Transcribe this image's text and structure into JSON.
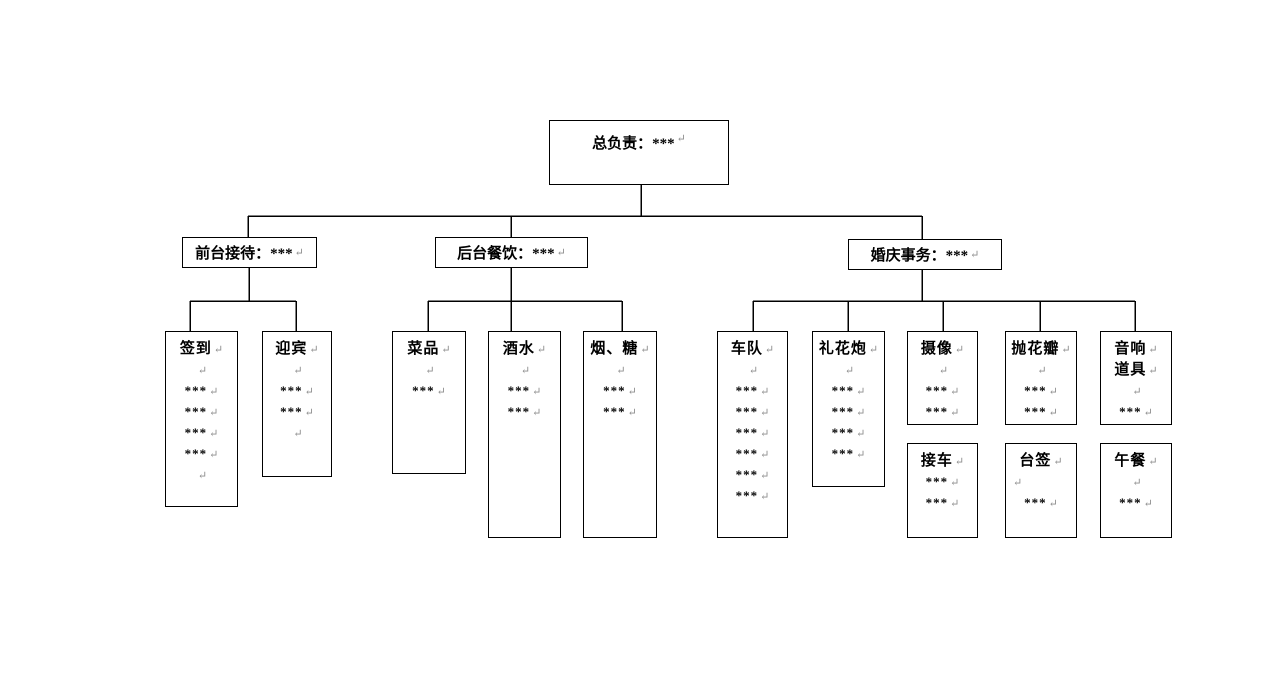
{
  "colors": {
    "background": "#ffffff",
    "box_border": "#000000",
    "connector": "#000000",
    "text": "#000000",
    "paragraph_mark": "#8c8c8c"
  },
  "paragraph_mark": "↵",
  "root": {
    "label": "总负责：***"
  },
  "branches": [
    {
      "id": "front-desk-reception",
      "label": "前台接待：***"
    },
    {
      "id": "backstage-catering",
      "label": "后台餐饮：***"
    },
    {
      "id": "wedding-affairs",
      "label": "婚庆事务：***"
    }
  ],
  "leaves": {
    "sign-in": [
      "签到",
      "",
      "***",
      "***",
      "***",
      "***",
      ""
    ],
    "usher": [
      "迎宾",
      "",
      "***",
      "***",
      ""
    ],
    "dishes": [
      "菜品",
      "",
      "***"
    ],
    "drinks": [
      "酒水",
      "",
      "***",
      "***"
    ],
    "cigarette-candy": [
      "烟、糖",
      "",
      "***",
      "***"
    ],
    "motorcade": [
      "车队",
      "",
      "***",
      "***",
      "***",
      "***",
      "***",
      "***"
    ],
    "salute-cannon": [
      "礼花炮",
      "",
      "***",
      "***",
      "***",
      "***"
    ],
    "videography": [
      "摄像",
      "",
      "***",
      "***"
    ],
    "petal-toss": [
      "抛花瓣",
      "",
      "***",
      "***"
    ],
    "audio-props": [
      "音响",
      "道具",
      "",
      "***"
    ],
    "pick-up-car": [
      "接车",
      "***",
      "***"
    ],
    "table-sign": [
      "台签",
      {
        "t": "",
        "align": "left"
      },
      "***"
    ],
    "lunch": [
      "午餐",
      "",
      "***"
    ]
  }
}
